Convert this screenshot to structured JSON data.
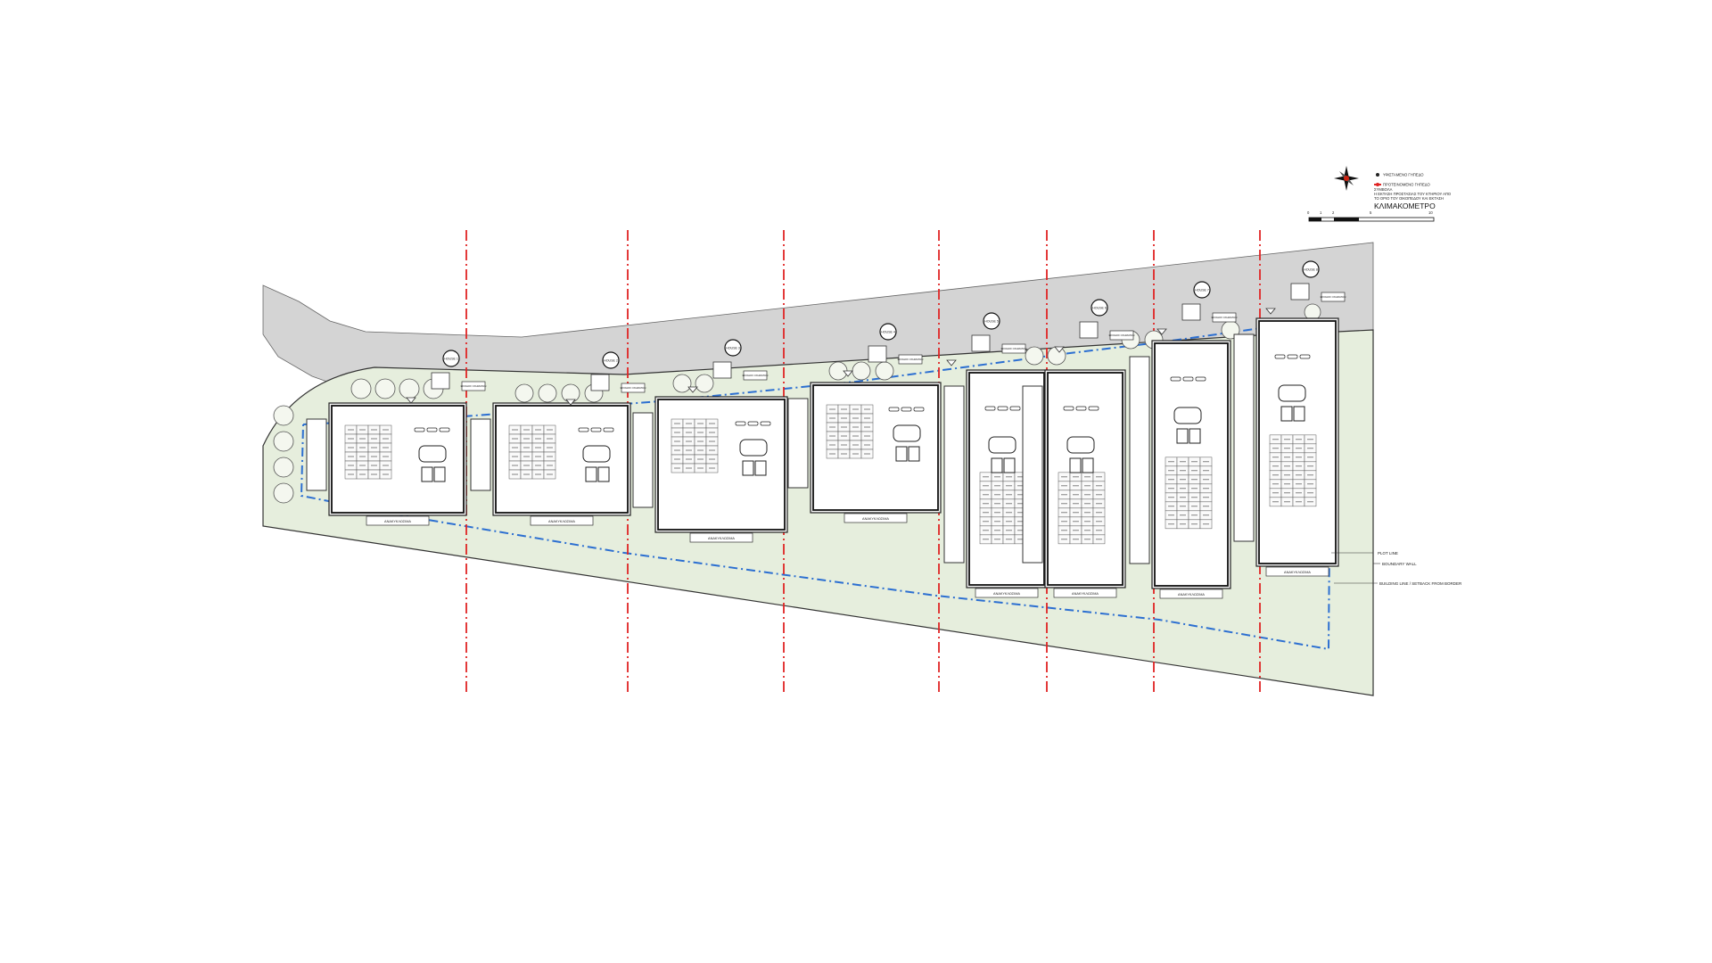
{
  "legend": {
    "items": [
      {
        "label": "ΥΦΙΣΤΑΜΕΝΟ ΓΗΠΕΔΟ",
        "kind": "dot"
      },
      {
        "label": "ΠΡΟΤΕΙΝΟΜΕΝΟ ΓΗΠΕΔΟ",
        "kind": "red-line"
      },
      {
        "label": "ΣΥΜΒΟΛΑ",
        "kind": "text"
      }
    ],
    "note_line1": "Η ΕΚΤΑΣΗ ΠΡΟΣΤΑΣΙΑΣ ΤΟΥ ΚΤΗΡΙΟΥ ΑΠΟ",
    "note_line2": "ΤΟ ΟΡΙΟ ΤΟΥ ΟΙΚΟΠΕΔΟΥ ΚΑΙ ΕΚΤΑΣΗ",
    "scale_title": "ΚΛΙΜΑΚΟΜΕΤΡΟ",
    "scale_ticks": [
      "0",
      "1",
      "2",
      "5",
      "10"
    ]
  },
  "houses": [
    {
      "tag": "HOUSE 1",
      "sign": "ΕΙΣΟΔΟΣ ΟΧΗΜΑΤΩΝ",
      "plate": "ΑΝΑΚΥΚΛΩΣΙΜΑ"
    },
    {
      "tag": "HOUSE 2",
      "sign": "ΕΙΣΟΔΟΣ ΟΧΗΜΑΤΩΝ",
      "plate": "ΑΝΑΚΥΚΛΩΣΙΜΑ"
    },
    {
      "tag": "HOUSE 3",
      "sign": "ΕΙΣΟΔΟΣ ΟΧΗΜΑΤΩΝ",
      "plate": "ΑΝΑΚΥΚΛΩΣΙΜΑ"
    },
    {
      "tag": "HOUSE 4",
      "sign": "ΕΙΣΟΔΟΣ ΟΧΗΜΑΤΩΝ",
      "plate": "ΑΝΑΚΥΚΛΩΣΙΜΑ"
    },
    {
      "tag": "HOUSE 5",
      "sign": "ΕΙΣΟΔΟΣ ΟΧΗΜΑΤΩΝ",
      "plate": "ΑΝΑΚΥΚΛΩΣΙΜΑ"
    },
    {
      "tag": "HOUSE 6",
      "sign": "ΕΙΣΟΔΟΣ ΟΧΗΜΑΤΩΝ",
      "plate": "ΑΝΑΚΥΚΛΩΣΙΜΑ"
    },
    {
      "tag": "HOUSE 7",
      "sign": "ΕΙΣΟΔΟΣ ΟΧΗΜΑΤΩΝ",
      "plate": "ΑΝΑΚΥΚΛΩΣΙΜΑ"
    },
    {
      "tag": "HOUSE 8",
      "sign": "ΕΙΣΟΔΟΣ ΟΧΗΜΑΤΩΝ",
      "plate": "ΑΝΑΚΥΚΛΩΣΙΜΑ"
    }
  ],
  "callouts": [
    "PLOT LINE",
    "BOUNDARY WALL",
    "BUILDING LINE / SETBACK FROM BORDER"
  ],
  "colors": {
    "road": "#d4d4d4",
    "garden": "#e6eedd",
    "outline": "#222222",
    "red_dash": "#e02424",
    "blue_dash": "#2c6fd1"
  }
}
